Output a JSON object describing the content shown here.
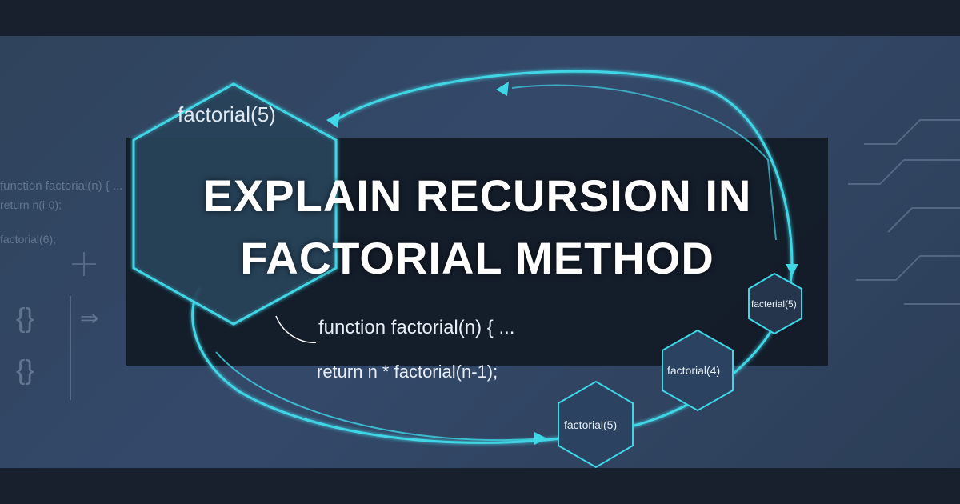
{
  "title": {
    "line1": "EXPLAIN RECURSION IN",
    "line2": "FACTORIAL METHOD"
  },
  "big_hex_label": "factorial(5)",
  "code": {
    "line1": "function factorial(n) { ...",
    "line2": "return n * factorial(n-1);"
  },
  "background_code": {
    "line1": "function factorial(n) { ...",
    "line2": "return n(i-0);",
    "line3": "factorial(6);"
  },
  "hexagons": [
    {
      "label": "facterial(5)"
    },
    {
      "label": "factorial(4)"
    },
    {
      "label": "factorial(5)"
    }
  ],
  "colors": {
    "accent": "#3fd6e6",
    "panel": "#121a26",
    "background": "#2f435c"
  }
}
